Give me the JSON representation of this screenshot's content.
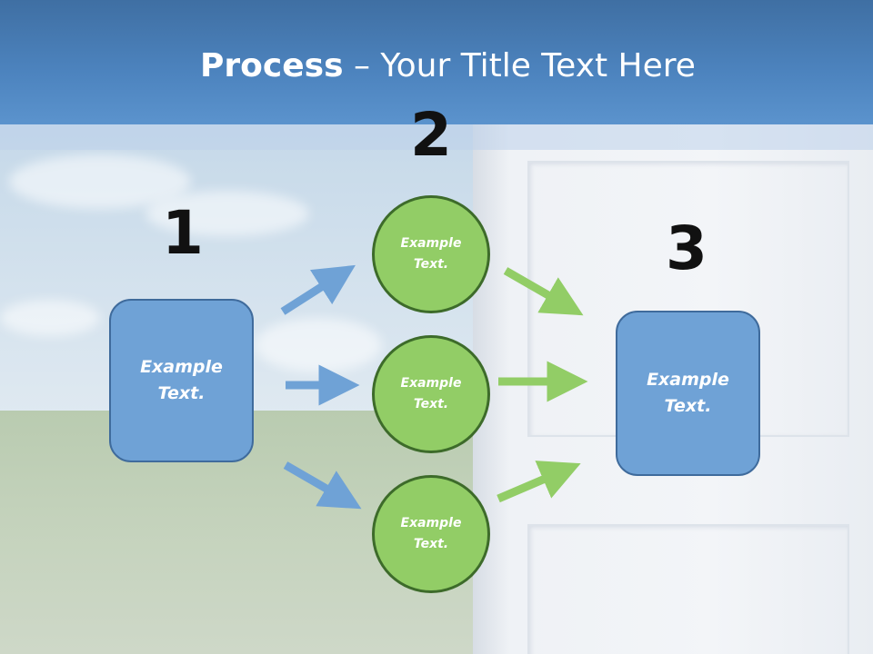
{
  "header": {
    "title_bold": "Process",
    "title_rest": " – Your Title Text Here"
  },
  "steps": {
    "one": "1",
    "two": "2",
    "three": "3"
  },
  "nodes": {
    "left": "Example\nText.",
    "top": "Example\nText.",
    "middle": "Example\nText.",
    "bottom": "Example\nText.",
    "right": "Example\nText."
  },
  "colors": {
    "header": "#4d84bf",
    "box": "#6fa2d6",
    "circle": "#92cd66",
    "blue_arrow": "#6fa2d6",
    "green_arrow": "#92cd66"
  }
}
